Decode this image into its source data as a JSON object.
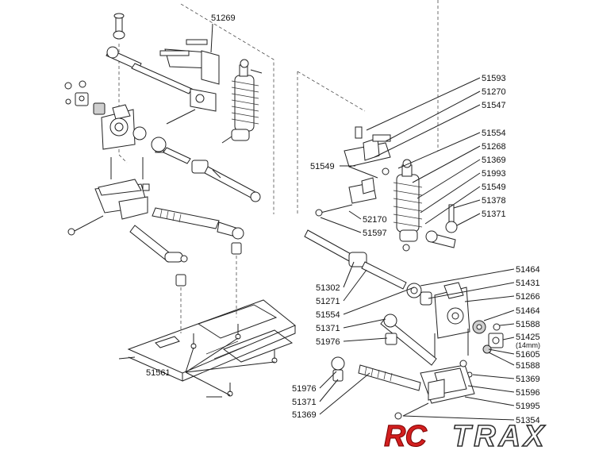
{
  "labels": [
    "51269",
    "51593",
    "51270",
    "51547",
    "51554",
    "51268",
    "51549",
    "51369",
    "51993",
    "51549",
    "52170",
    "51378",
    "51371",
    "51597",
    "51464",
    "51431",
    "51302",
    "51266",
    "51271",
    "51464",
    "51554",
    "51588",
    "51371",
    "51425",
    "(14mm)",
    "51976",
    "51605",
    "51588",
    "51561",
    "51369",
    "51976",
    "51596",
    "51371",
    "51995",
    "51369",
    "51354"
  ],
  "logo": {
    "part1": "RC",
    "part2": "TRAX"
  },
  "colors": {
    "logo_red": "#d21f1f",
    "line": "#222222"
  }
}
